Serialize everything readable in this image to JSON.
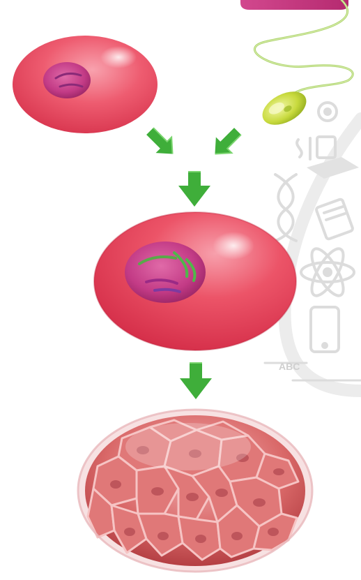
{
  "diagram": {
    "stages": [
      {
        "id": "egg-cell",
        "label": ""
      },
      {
        "id": "sperm-cell",
        "label": ""
      },
      {
        "id": "zygote",
        "label": ""
      },
      {
        "id": "morula",
        "label": ""
      }
    ],
    "arrows": [
      {
        "from": "egg-cell",
        "to": "zygote"
      },
      {
        "from": "sperm-cell",
        "to": "zygote"
      },
      {
        "from": "zygote",
        "to": "morula"
      }
    ],
    "background_doodles": {
      "visible_text": "ABC"
    },
    "colors": {
      "cell": "#e8485e",
      "cell_light": "#f58a98",
      "cell_dark": "#c2203a",
      "nucleus": "#b2327a",
      "chromosome_green": "#4fb84a",
      "arrow_green": "#3fae3a",
      "sperm_head": "#c6d93a",
      "sperm_tail": "#9fcf5a",
      "morula_cell": "#d55a5a",
      "banner": "#c0307c",
      "doodle": "#d9d9d9"
    }
  }
}
